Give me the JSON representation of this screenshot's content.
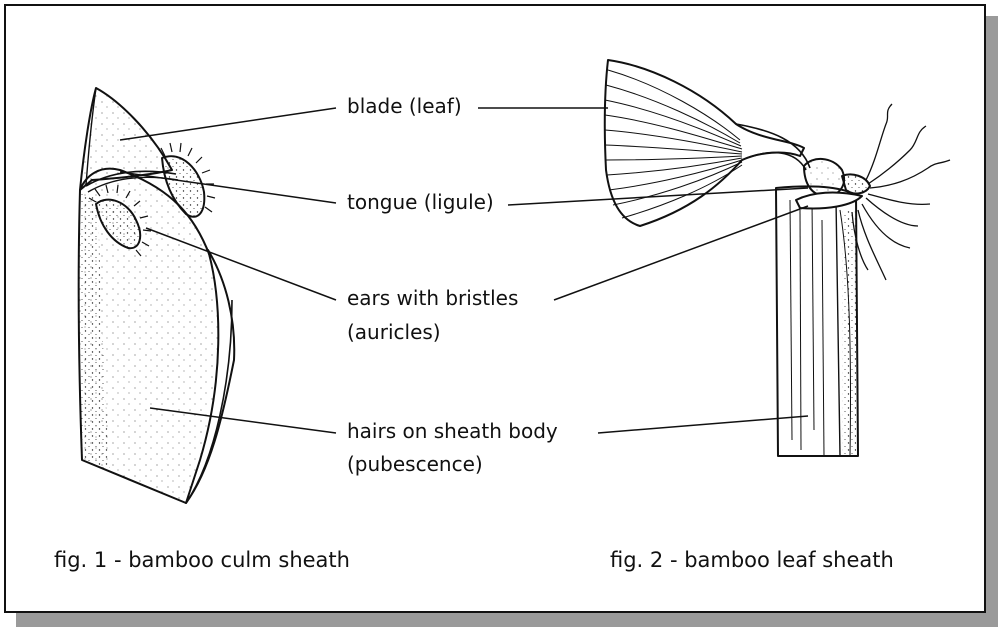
{
  "labels": {
    "blade": "blade (leaf)",
    "tongue": "tongue (ligule)",
    "ears_line1": "ears with bristles",
    "ears_line2": "(auricles)",
    "hairs_line1": "hairs on sheath body",
    "hairs_line2": "(pubescence)"
  },
  "captions": {
    "fig1": "fig. 1 - bamboo culm sheath",
    "fig2": "fig. 2 - bamboo leaf sheath"
  }
}
